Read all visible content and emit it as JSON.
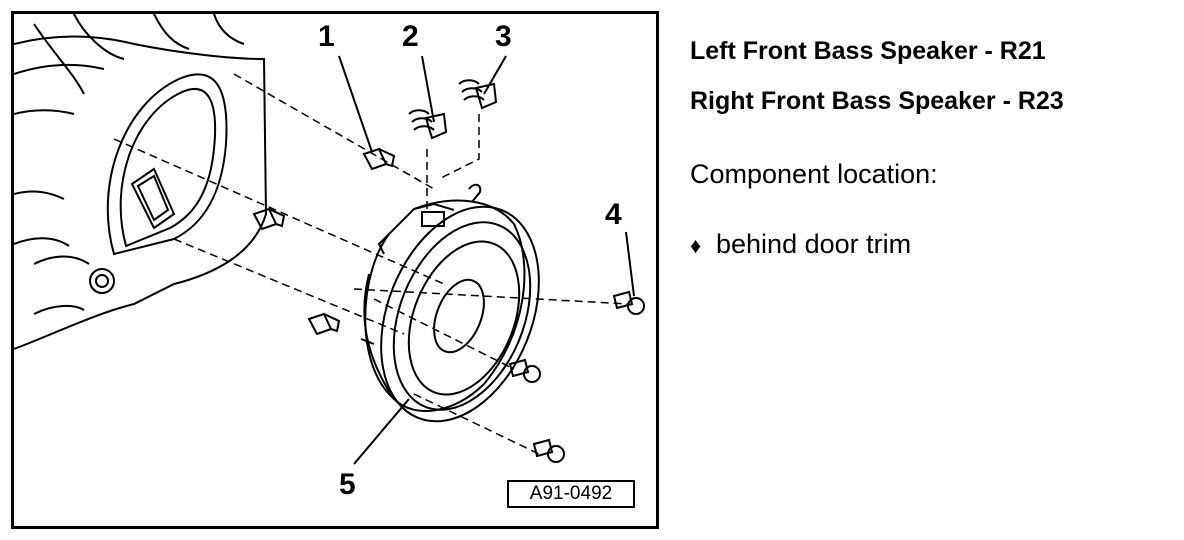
{
  "diagram": {
    "callouts": [
      "1",
      "2",
      "3",
      "4",
      "5"
    ],
    "reference_code": "A91-0492"
  },
  "text": {
    "heading_left": "Left Front Bass Speaker - R21",
    "heading_right": "Right Front Bass Speaker - R23",
    "location_label": "Component location:",
    "location_bullet": "♦",
    "location_item": "behind door trim"
  }
}
